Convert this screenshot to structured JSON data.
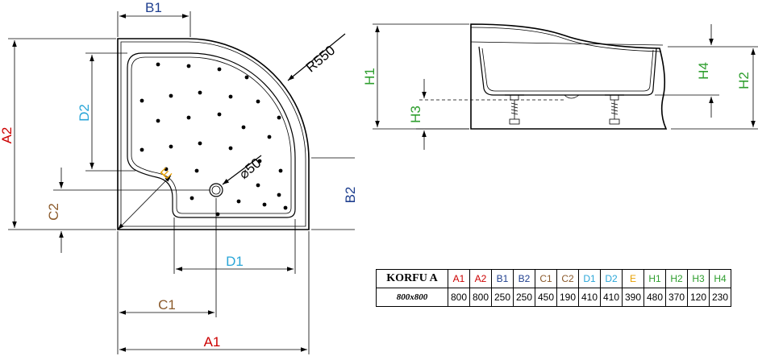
{
  "drawing": {
    "labels": {
      "A1": "A1",
      "A2": "A2",
      "B1": "B1",
      "B2": "B2",
      "C1": "C1",
      "C2": "C2",
      "D1": "D1",
      "D2": "D2",
      "E": "E",
      "H1": "H1",
      "H2": "H2",
      "H3": "H3",
      "H4": "H4",
      "radius": "R550",
      "drain": "⌀50"
    },
    "colors": {
      "A": "#cc0000",
      "B": "#1f3f8f",
      "C": "#8b5a2b",
      "D": "#2aa6d8",
      "E": "#e8a000",
      "H": "#2e9e2e",
      "line": "#000000"
    }
  },
  "table": {
    "model": "KORFU A",
    "size": "800x800",
    "headers": [
      "A1",
      "A2",
      "B1",
      "B2",
      "C1",
      "C2",
      "D1",
      "D2",
      "E",
      "H1",
      "H2",
      "H3",
      "H4"
    ],
    "header_colors": [
      "#cc0000",
      "#cc0000",
      "#1f3f8f",
      "#1f3f8f",
      "#8b5a2b",
      "#8b5a2b",
      "#2aa6d8",
      "#2aa6d8",
      "#e8a000",
      "#2e9e2e",
      "#2e9e2e",
      "#2e9e2e",
      "#2e9e2e"
    ],
    "values": [
      "800",
      "800",
      "250",
      "250",
      "450",
      "190",
      "410",
      "410",
      "390",
      "480",
      "370",
      "120",
      "230"
    ]
  }
}
